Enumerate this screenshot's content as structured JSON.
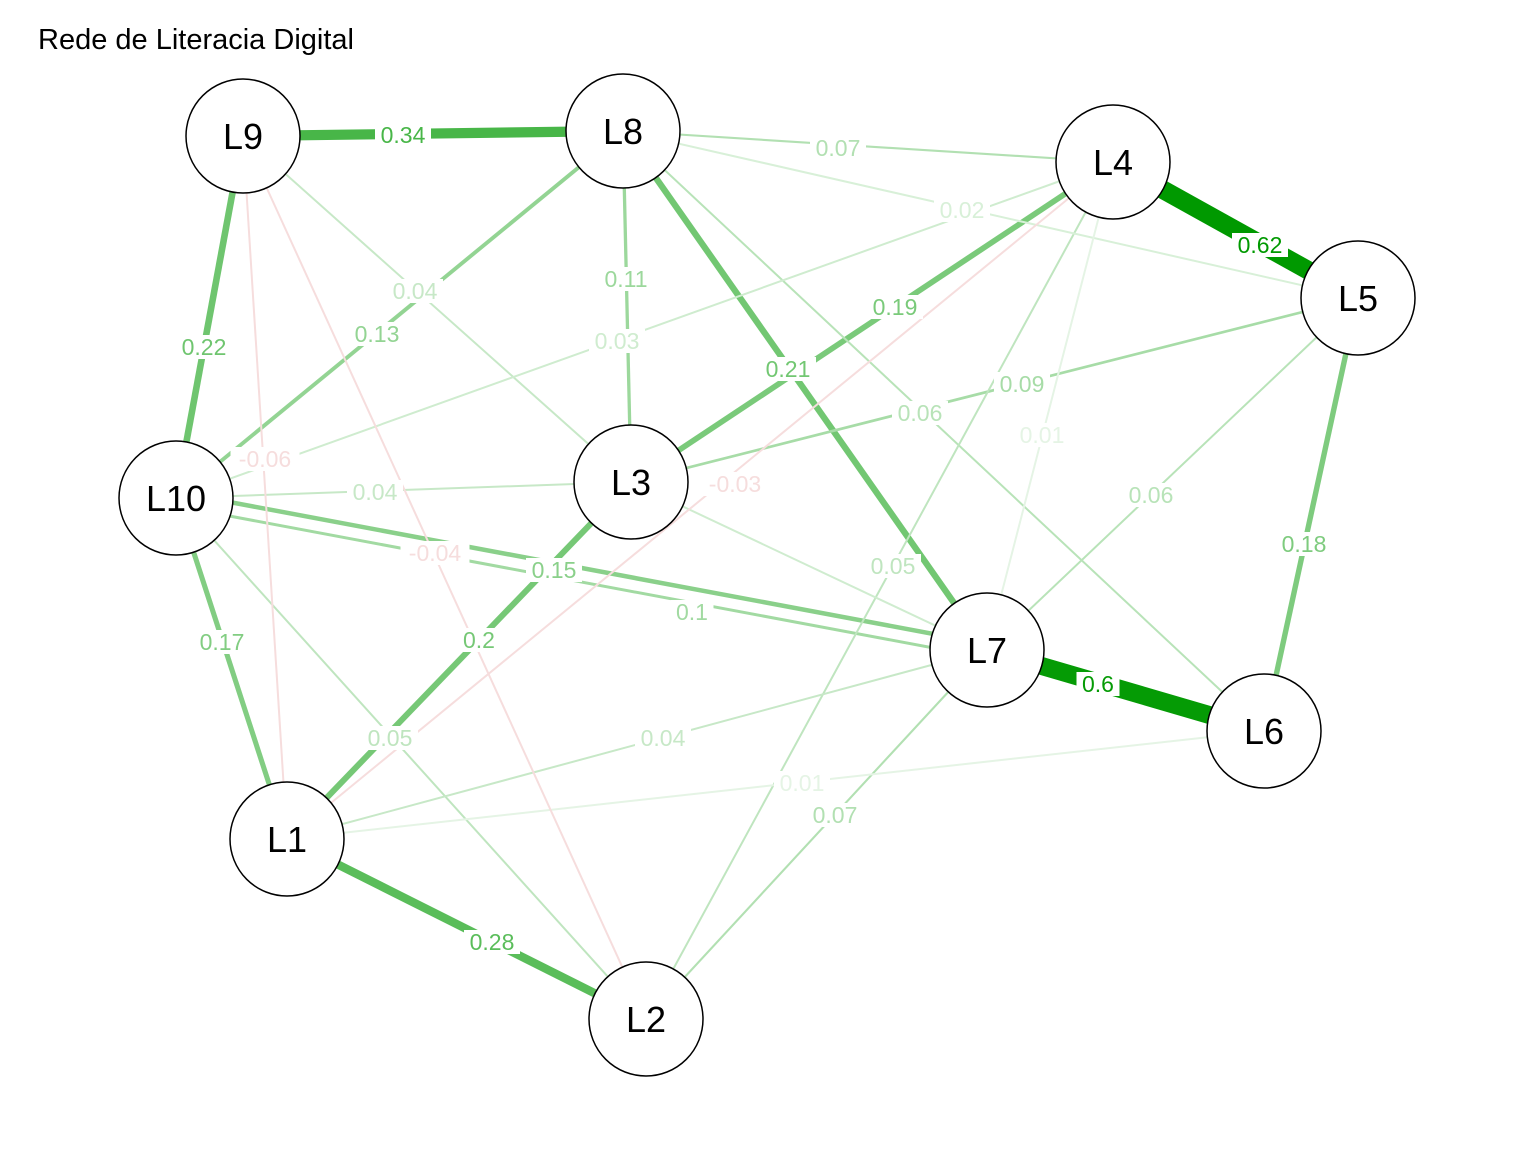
{
  "title": "Rede de Literacia Digital",
  "colors": {
    "positive": "#009900",
    "negative": "#e8b8b8",
    "node_fill": "#ffffff",
    "node_border": "#000000"
  },
  "graph": {
    "nodes": [
      "L1",
      "L2",
      "L3",
      "L4",
      "L5",
      "L6",
      "L7",
      "L8",
      "L9",
      "L10"
    ],
    "edges": [
      {
        "from": "L9",
        "to": "L8",
        "weight": 0.34,
        "label": "0.34"
      },
      {
        "from": "L4",
        "to": "L5",
        "weight": 0.62,
        "label": "0.62"
      },
      {
        "from": "L7",
        "to": "L6",
        "weight": 0.6,
        "label": "0.6"
      },
      {
        "from": "L1",
        "to": "L2",
        "weight": 0.28,
        "label": "0.28"
      },
      {
        "from": "L9",
        "to": "L10",
        "weight": 0.22,
        "label": "0.22"
      },
      {
        "from": "L8",
        "to": "L7",
        "weight": 0.21,
        "label": "0.21"
      },
      {
        "from": "L3",
        "to": "L1",
        "weight": 0.2,
        "label": "0.2"
      },
      {
        "from": "L3",
        "to": "L4",
        "weight": 0.19,
        "label": "0.19"
      },
      {
        "from": "L5",
        "to": "L6",
        "weight": 0.18,
        "label": "0.18"
      },
      {
        "from": "L10",
        "to": "L1",
        "weight": 0.17,
        "label": "0.17"
      },
      {
        "from": "L10",
        "to": "L7",
        "weight": 0.15,
        "label": "0.15"
      },
      {
        "from": "L10",
        "to": "L8",
        "weight": 0.13,
        "label": "0.13"
      },
      {
        "from": "L8",
        "to": "L3",
        "weight": 0.11,
        "label": "0.11"
      },
      {
        "from": "L7",
        "to": "L10",
        "weight": 0.1,
        "label": "0.1"
      },
      {
        "from": "L3",
        "to": "L5",
        "weight": 0.09,
        "label": "0.09"
      },
      {
        "from": "L8",
        "to": "L4",
        "weight": 0.07,
        "label": "0.07"
      },
      {
        "from": "L7",
        "to": "L2",
        "weight": 0.07,
        "label": "0.07"
      },
      {
        "from": "L8",
        "to": "L6",
        "weight": 0.06,
        "label": "0.06"
      },
      {
        "from": "L5",
        "to": "L7",
        "weight": 0.06,
        "label": "0.06"
      },
      {
        "from": "L4",
        "to": "L2",
        "weight": 0.05,
        "label": "0.05"
      },
      {
        "from": "L10",
        "to": "L2",
        "weight": 0.05,
        "label": "0.05"
      },
      {
        "from": "L9",
        "to": "L3",
        "weight": 0.04,
        "label": "0.04"
      },
      {
        "from": "L10",
        "to": "L3",
        "weight": 0.04,
        "label": "0.04"
      },
      {
        "from": "L1",
        "to": "L7",
        "weight": 0.04,
        "label": "0.04"
      },
      {
        "from": "L10",
        "to": "L4",
        "weight": 0.03,
        "label": "0.03"
      },
      {
        "from": "L8",
        "to": "L5",
        "weight": 0.02,
        "label": "0.02"
      },
      {
        "from": "L4",
        "to": "L7",
        "weight": 0.01,
        "label": "0.01"
      },
      {
        "from": "L1",
        "to": "L6",
        "weight": 0.01,
        "label": "0.01"
      },
      {
        "from": "L3",
        "to": "L7",
        "weight": 0.03,
        "label": ""
      },
      {
        "from": "L9",
        "to": "L1",
        "weight": -0.06,
        "label": "-0.06"
      },
      {
        "from": "L9",
        "to": "L2",
        "weight": -0.04,
        "label": "-0.04"
      },
      {
        "from": "L4",
        "to": "L1",
        "weight": -0.03,
        "label": "-0.03"
      }
    ]
  }
}
